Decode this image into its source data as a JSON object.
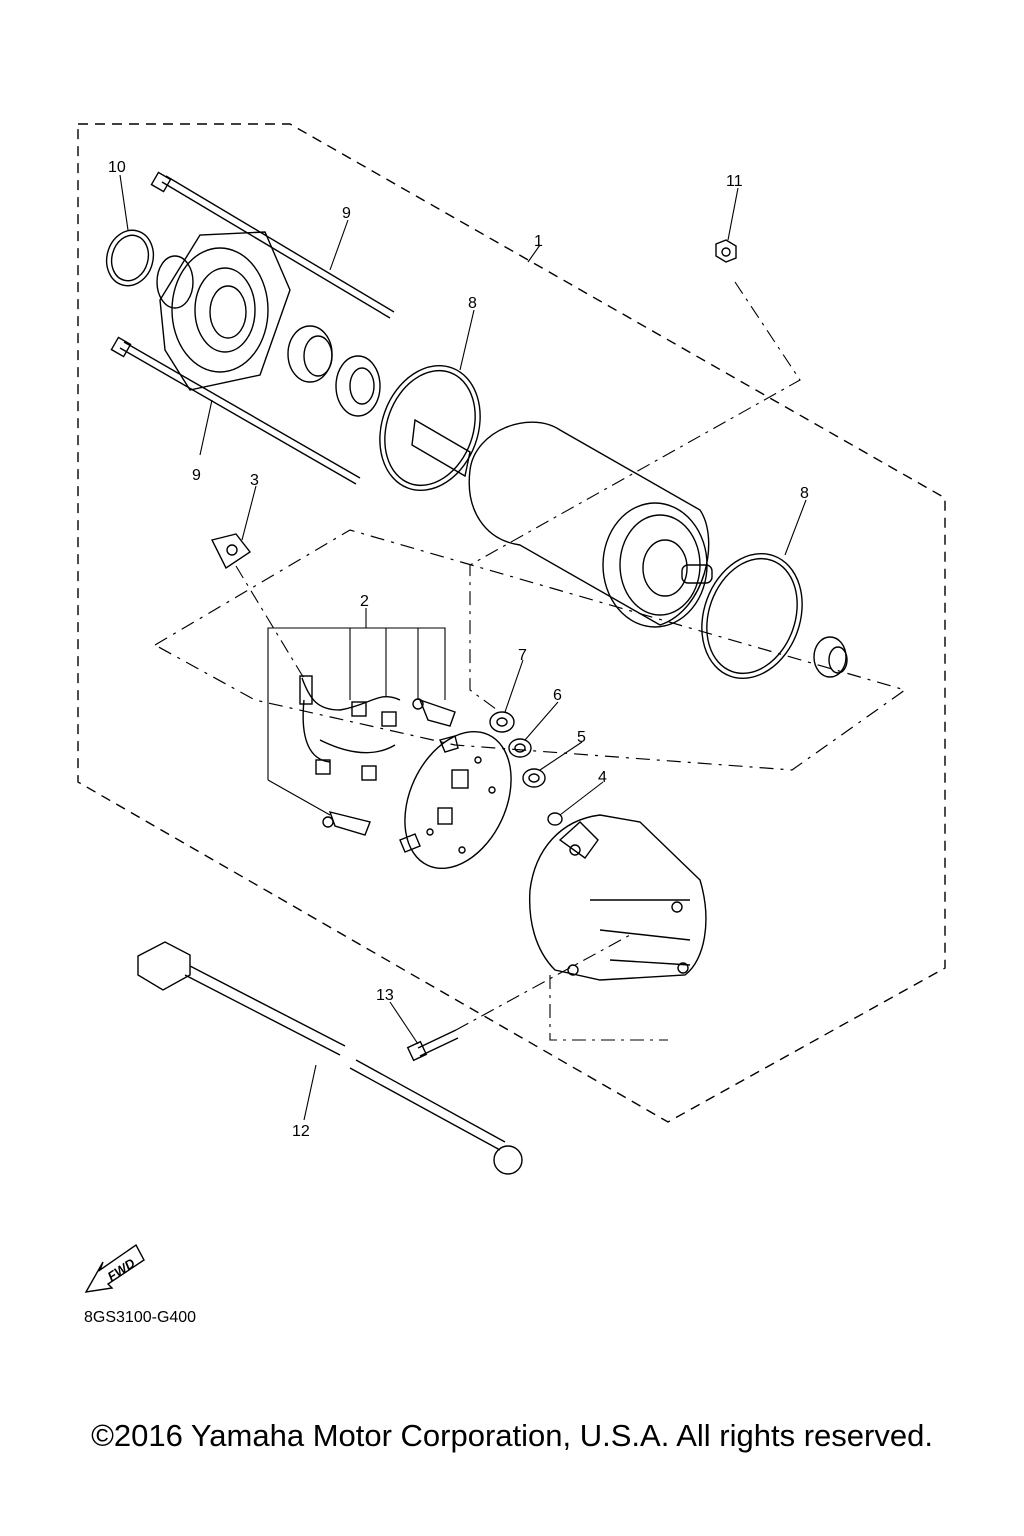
{
  "callouts": [
    {
      "id": "10",
      "label": "10"
    },
    {
      "id": "9a",
      "label": "9"
    },
    {
      "id": "1",
      "label": "1"
    },
    {
      "id": "11",
      "label": "11"
    },
    {
      "id": "8a",
      "label": "8"
    },
    {
      "id": "9b",
      "label": "9"
    },
    {
      "id": "3",
      "label": "3"
    },
    {
      "id": "8b",
      "label": "8"
    },
    {
      "id": "2",
      "label": "2"
    },
    {
      "id": "7",
      "label": "7"
    },
    {
      "id": "6",
      "label": "6"
    },
    {
      "id": "5",
      "label": "5"
    },
    {
      "id": "4",
      "label": "4"
    },
    {
      "id": "13",
      "label": "13"
    },
    {
      "id": "12",
      "label": "12"
    }
  ],
  "fwd_label": "FWD",
  "diagram_code": "8GS3100-G400",
  "copyright": "©2016 Yamaha Motor Corporation, U.S.A. All rights reserved."
}
